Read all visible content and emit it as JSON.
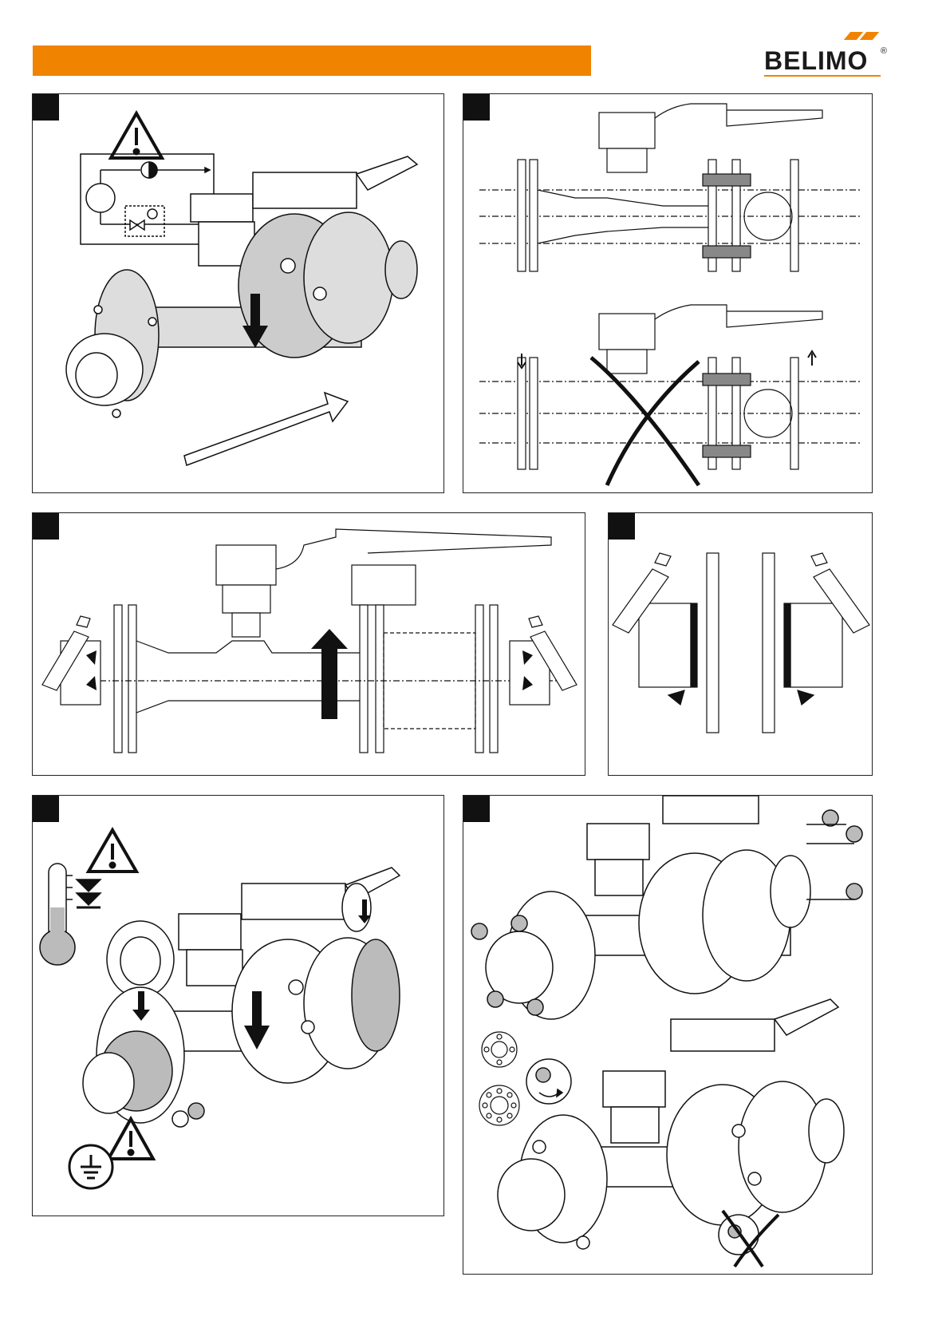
{
  "brand": {
    "name": "BELIMO",
    "registered_mark": "®",
    "accent_color": "#F08300",
    "text_color": "#1a1a1a"
  },
  "header": {
    "bar_color": "#F08300"
  },
  "panels": [
    {
      "id": "panel-1",
      "content": [
        "warning-icon",
        "control-scheme",
        "valve-assembly",
        "flow-direction-arrow"
      ]
    },
    {
      "id": "panel-2",
      "content": [
        "section-view-correct",
        "section-view-incorrect",
        "cross-mark"
      ]
    },
    {
      "id": "panel-3",
      "content": [
        "section-view-sensors",
        "sensor-icon-left",
        "sensor-icon-right",
        "up-arrow"
      ]
    },
    {
      "id": "panel-4",
      "content": [
        "sensor-detail-left",
        "sensor-detail-right"
      ]
    },
    {
      "id": "panel-5",
      "content": [
        "warning-icon",
        "thermometer-icon",
        "gasket",
        "ground-icon"
      ]
    },
    {
      "id": "panel-6",
      "content": [
        "bolted-assembly",
        "bolt-pattern-4",
        "bolt-pattern-8",
        "tighten-icon",
        "cross-mark"
      ]
    }
  ]
}
